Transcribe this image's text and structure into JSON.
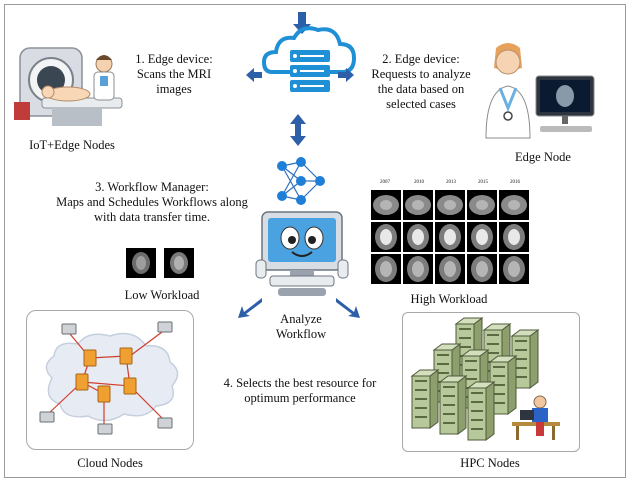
{
  "diagram": {
    "step1": {
      "line1": "1. Edge device:",
      "line2": "Scans the MRI",
      "line3": "images"
    },
    "step2": {
      "line1": "2. Edge device:",
      "line2": "Requests to analyze",
      "line3": "the data based on",
      "line4": "selected cases"
    },
    "step3": {
      "line1": "3. Workflow Manager:",
      "line2": "Maps and Schedules Workflows along",
      "line3": "with data transfer time."
    },
    "step4": {
      "line1": "4. Selects the best resource for",
      "line2": "optimum performance"
    },
    "labels": {
      "iot_edge": "IoT+Edge Nodes",
      "edge_node": "Edge Node",
      "low_workload": "Low Workload",
      "high_workload": "High Workload",
      "analyze_1": "Analyze",
      "analyze_2": "Workflow",
      "cloud_nodes": "Cloud Nodes",
      "hpc_nodes": "HPC Nodes"
    },
    "mri_years": [
      "2007",
      "2010",
      "2013",
      "2015",
      "2016"
    ],
    "colors": {
      "cloud_blue": "#1f8fd6",
      "arrow_blue": "#2d5fa8",
      "server_green": "#b7c99a",
      "node_orange": "#f0a030"
    }
  }
}
